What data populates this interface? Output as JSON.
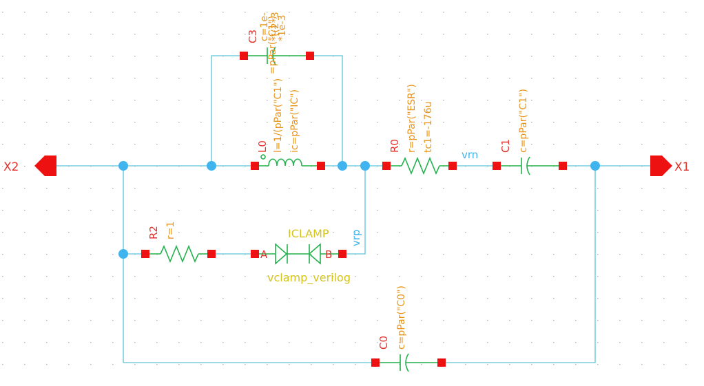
{
  "ports": {
    "left": "X2",
    "right": "X1"
  },
  "instances": {
    "c3": {
      "name": "C3",
      "params": [
        "c=1e-",
        "*((2*3",
        "*1e-3",
        "=pPar(\"C1\")"
      ]
    },
    "l0": {
      "name": "L0",
      "params": [
        "l=1/(pPar(\"C1\")",
        "ic=pPar(\"IC\")"
      ]
    },
    "r0": {
      "name": "R0",
      "params": [
        "r=pPar(\"ESR\")",
        "tc1=-176u"
      ]
    },
    "c1": {
      "name": "C1",
      "params": [
        "c=pPar(\"C1\")"
      ]
    },
    "r2": {
      "name": "R2",
      "params": [
        "r=1"
      ]
    },
    "c0": {
      "name": "C0",
      "params": [
        "c=pPar(\"C0\")"
      ]
    },
    "iclamp": {
      "name": "ICLAMP",
      "cell": "vclamp_verilog",
      "pin_a": "A",
      "pin_b": "B"
    }
  },
  "nets": {
    "vrn": "vrn",
    "vrp": "vrp"
  },
  "colors": {
    "wire": "#5cc4d8",
    "device": "#22b14c",
    "pin": "#ee1111",
    "junction": "#3fb4ee",
    "instance_label": "#e5312b",
    "parameter": "#e8941a",
    "cell_name": "#d4c41c",
    "grid_dot": "#b8b8b8"
  }
}
